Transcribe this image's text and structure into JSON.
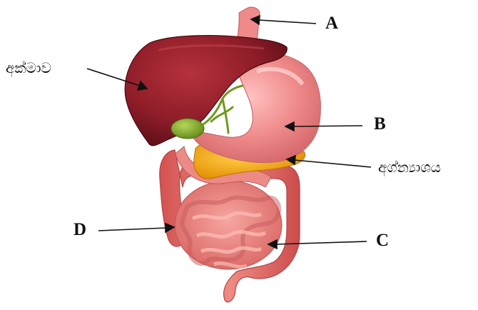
{
  "labels": {
    "a": "A",
    "b": "B",
    "c": "C",
    "d": "D",
    "liver": "අක්මාව",
    "pancreas": "අග්න්‍යාශය"
  }
}
